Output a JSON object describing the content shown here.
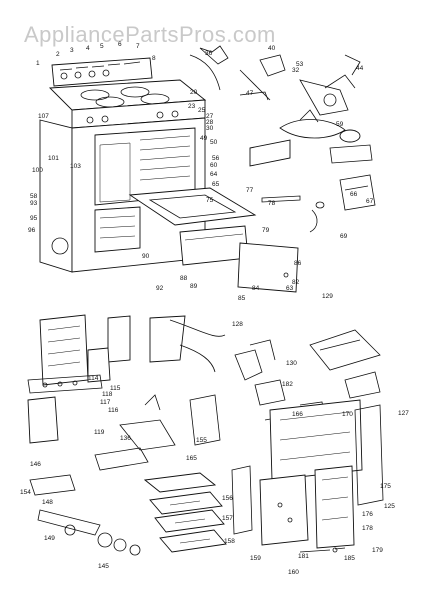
{
  "watermark": "AppliancePartsPros.com",
  "callouts": [
    {
      "id": "c1",
      "text": "1"
    },
    {
      "id": "c2",
      "text": "2"
    },
    {
      "id": "c3",
      "text": "3"
    },
    {
      "id": "c4",
      "text": "4"
    },
    {
      "id": "c5",
      "text": "5"
    },
    {
      "id": "c6",
      "text": "6"
    },
    {
      "id": "c7",
      "text": "7"
    },
    {
      "id": "c8",
      "text": "8"
    },
    {
      "id": "c20",
      "text": "20"
    },
    {
      "id": "c23",
      "text": "23"
    },
    {
      "id": "c25",
      "text": "25"
    },
    {
      "id": "c27",
      "text": "27"
    },
    {
      "id": "c28",
      "text": "28"
    },
    {
      "id": "c30",
      "text": "30"
    },
    {
      "id": "c32",
      "text": "32"
    },
    {
      "id": "c36",
      "text": "36"
    },
    {
      "id": "c40",
      "text": "40"
    },
    {
      "id": "c44",
      "text": "44"
    },
    {
      "id": "c47",
      "text": "47"
    },
    {
      "id": "c49",
      "text": "49"
    },
    {
      "id": "c50",
      "text": "50"
    },
    {
      "id": "c53",
      "text": "53"
    },
    {
      "id": "c56",
      "text": "56"
    },
    {
      "id": "c58",
      "text": "58"
    },
    {
      "id": "c59",
      "text": "59"
    },
    {
      "id": "c60",
      "text": "60"
    },
    {
      "id": "c63",
      "text": "63"
    },
    {
      "id": "c64",
      "text": "64"
    },
    {
      "id": "c65",
      "text": "65"
    },
    {
      "id": "c66",
      "text": "66"
    },
    {
      "id": "c67",
      "text": "67"
    },
    {
      "id": "c69",
      "text": "69"
    },
    {
      "id": "c75",
      "text": "75"
    },
    {
      "id": "c77",
      "text": "77"
    },
    {
      "id": "c78",
      "text": "78"
    },
    {
      "id": "c79",
      "text": "79"
    },
    {
      "id": "c82",
      "text": "82"
    },
    {
      "id": "c84",
      "text": "84"
    },
    {
      "id": "c85",
      "text": "85"
    },
    {
      "id": "c86",
      "text": "86"
    },
    {
      "id": "c88",
      "text": "88"
    },
    {
      "id": "c89",
      "text": "89"
    },
    {
      "id": "c90",
      "text": "90"
    },
    {
      "id": "c92",
      "text": "92"
    },
    {
      "id": "c93",
      "text": "93"
    },
    {
      "id": "c95",
      "text": "95"
    },
    {
      "id": "c96",
      "text": "96"
    },
    {
      "id": "c100",
      "text": "100"
    },
    {
      "id": "c101",
      "text": "101"
    },
    {
      "id": "c103",
      "text": "103"
    },
    {
      "id": "c107",
      "text": "107"
    },
    {
      "id": "c114",
      "text": "114"
    },
    {
      "id": "c115",
      "text": "115"
    },
    {
      "id": "c116",
      "text": "116"
    },
    {
      "id": "c117",
      "text": "117"
    },
    {
      "id": "c118",
      "text": "118"
    },
    {
      "id": "c119",
      "text": "119"
    },
    {
      "id": "c125",
      "text": "125"
    },
    {
      "id": "c127",
      "text": "127"
    },
    {
      "id": "c128",
      "text": "128"
    },
    {
      "id": "c129",
      "text": "129"
    },
    {
      "id": "c130",
      "text": "130"
    },
    {
      "id": "c136",
      "text": "136"
    },
    {
      "id": "c145",
      "text": "145"
    },
    {
      "id": "c146",
      "text": "146"
    },
    {
      "id": "c148",
      "text": "148"
    },
    {
      "id": "c149",
      "text": "149"
    },
    {
      "id": "c154",
      "text": "154"
    },
    {
      "id": "c155",
      "text": "155"
    },
    {
      "id": "c156",
      "text": "156"
    },
    {
      "id": "c157",
      "text": "157"
    },
    {
      "id": "c158",
      "text": "158"
    },
    {
      "id": "c159",
      "text": "159"
    },
    {
      "id": "c160",
      "text": "160"
    },
    {
      "id": "c165",
      "text": "165"
    },
    {
      "id": "c166",
      "text": "166"
    },
    {
      "id": "c170",
      "text": "170"
    },
    {
      "id": "c175",
      "text": "175"
    },
    {
      "id": "c176",
      "text": "176"
    },
    {
      "id": "c178",
      "text": "178"
    },
    {
      "id": "c179",
      "text": "179"
    },
    {
      "id": "c181",
      "text": "181"
    },
    {
      "id": "c182",
      "text": "182"
    },
    {
      "id": "c185",
      "text": "185"
    }
  ]
}
